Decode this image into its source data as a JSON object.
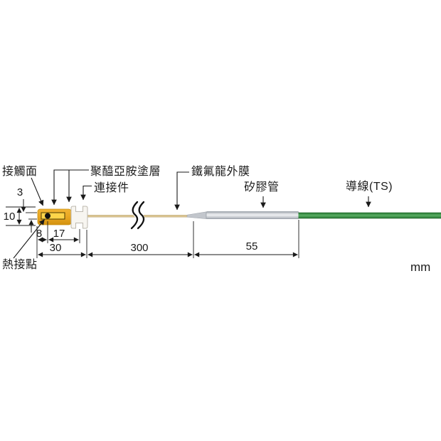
{
  "diagram": {
    "title": "surface-temperature-probe-dimension-drawing",
    "unit_label": "mm",
    "labels": {
      "contact_surface": "接觸面",
      "polyimide_coating": "聚醯亞胺塗層",
      "connector": "連接件",
      "teflon_outer_film": "鐵氟龍外膜",
      "silicone_tube": "矽膠管",
      "lead_wire": "導線(TS)",
      "hot_junction": "熱接點"
    },
    "dimensions_mm": {
      "contact_strip_width": "3",
      "body_width": "10",
      "tip_to_junction": "8",
      "junction_to_connector": "17",
      "probe_section_length": "30",
      "wire_section_length": "300",
      "tube_section_length": "55"
    },
    "colors": {
      "probe_body": "#E9A722",
      "contact_strip": "#FFD54A",
      "hot_junction_dot": "#111111",
      "connector": "#F7F5F0",
      "wire": "#D8C28E",
      "silicone_tube": "#CDD1D6",
      "cable_green": "#3C9148",
      "line": "#1a1a1a"
    }
  }
}
